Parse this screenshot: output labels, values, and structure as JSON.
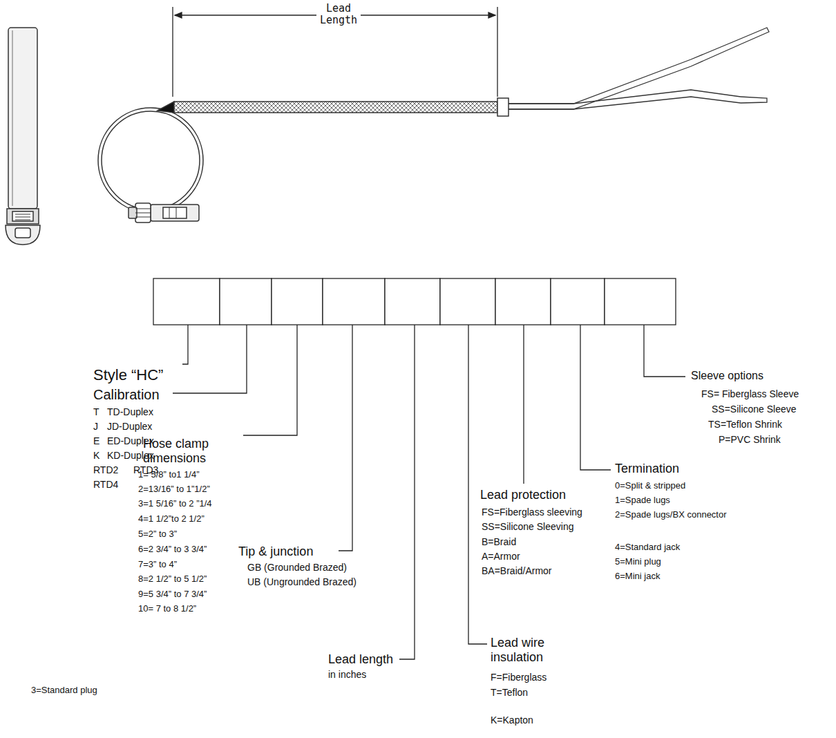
{
  "diagram": {
    "labels": [
      "Lead Length",
      "Style “HC”",
      "Calibration",
      "T",
      "TD-Duplex",
      "J",
      "JD-Duplex",
      "E",
      "ED-Duplex",
      "K",
      "KD-Duplex",
      "RTD2",
      "RTD3",
      "RTD4",
      "Hose clamp dimensions",
      "1= 5/8” to1 1/4”",
      "2=13/16” to 1”1/2”",
      "3=1 5/16” to 2 ”1/4",
      "4=1 1/2”to 2 1/2”",
      "5=2” to 3”",
      "6=2 3/4” to 3 3/4”",
      "7=3” to 4”",
      "8=2 1/2” to 5 1/2”",
      "9=5 3/4” to 7 3/4”",
      "10= 7 to 8 1/2”",
      "Tip & junction",
      "GB (Grounded Brazed)",
      "UB (Ungrounded Brazed)",
      "Lead length",
      "in inches",
      "Lead wire insulation",
      "F=Fiberglass",
      "T=Teflon",
      "K=Kapton",
      "Lead protection",
      "FS=Fiberglass sleeving",
      "SS=Silicone Sleeving",
      "B=Braid",
      "A=Armor",
      "BA=Braid/Armor",
      "Termination",
      "0=Split & stripped",
      "1=Spade lugs",
      "2=Spade lugs/BX connector",
      "4=Standard jack",
      "5=Mini plug",
      "6=Mini jack",
      "3=Standard plug",
      "Sleeve options",
      "FS= Fiberglass Sleeve",
      "SS=Silicone Sleeve",
      "TS=Teflon Shrink",
      "P=PVC Shrink"
    ]
  }
}
